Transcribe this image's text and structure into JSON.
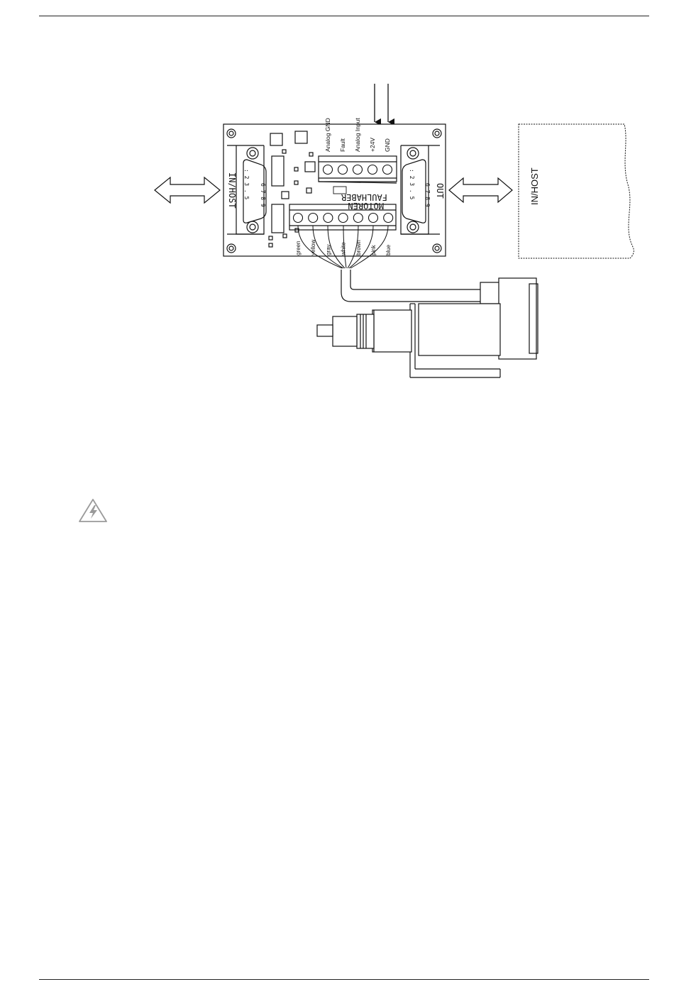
{
  "page": {
    "colors": {
      "line": "#111111",
      "paper": "#ffffff",
      "warning_icon": "#9a9a9a"
    }
  },
  "board": {
    "left_port_label": "IN/HOST",
    "right_port_label": "OUT",
    "left_pin_rows": [
      ":  2  3  .  5",
      "6  7  8  9"
    ],
    "right_pin_rows": [
      ":  2  3  .  5",
      "6  7  8  9"
    ],
    "logo_line1": "FAULHABER",
    "logo_line2": "MOTOREN",
    "top_terminals": [
      "Analog GND",
      "Fault",
      "Analog Input",
      "+24V",
      "GND"
    ],
    "wire_terminals": [
      "green",
      "yellow",
      "gray",
      "white",
      "brown",
      "pink",
      "blue"
    ]
  },
  "host_box": {
    "label": "IN/HOST"
  },
  "icons": {
    "warning": "high-voltage-warning-icon"
  }
}
